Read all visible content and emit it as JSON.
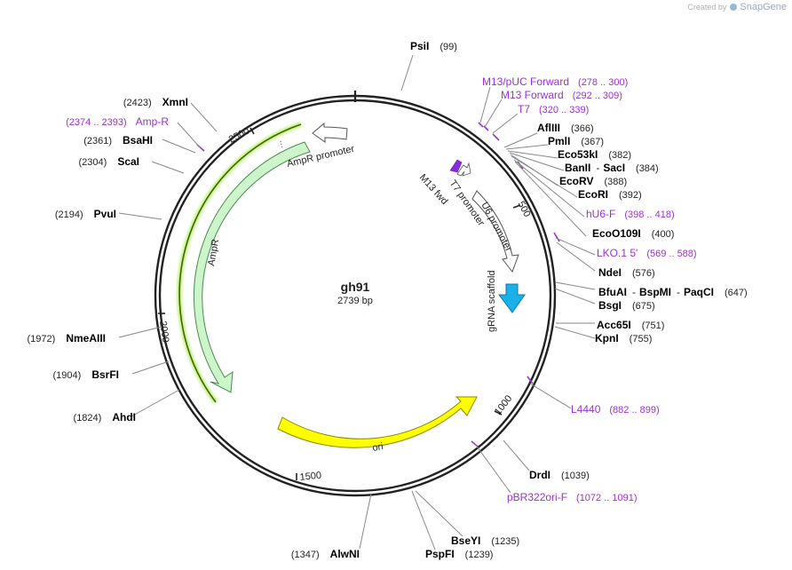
{
  "branding": {
    "created_by": "Created by",
    "app": "SnapGene"
  },
  "plasmid": {
    "name": "gh91",
    "length_label": "2739 bp"
  },
  "ticks": [
    "500",
    "1000",
    "1500",
    "2000",
    "2500"
  ],
  "features": {
    "ampr": "AmpR",
    "ampr_promoter": "AmpR promoter",
    "ori": "ori",
    "u6_promoter": "U6 promoter",
    "t7_promoter": "T7 promoter",
    "m13_fwd": "M13 fwd",
    "grna_scaffold": "gRNA scaffold"
  },
  "sites": [
    {
      "name": "PsiI",
      "pos": "(99)"
    },
    {
      "name": "AflIII",
      "pos": "(366)"
    },
    {
      "name": "PmlI",
      "pos": "(367)"
    },
    {
      "name": "Eco53kI",
      "pos": "(382)"
    },
    {
      "name": "BanII",
      "sep": "-",
      "name2": "SacI",
      "pos": "(384)"
    },
    {
      "name": "EcoRV",
      "pos": "(388)"
    },
    {
      "name": "EcoRI",
      "pos": "(392)"
    },
    {
      "name": "EcoO109I",
      "pos": "(400)"
    },
    {
      "name": "NdeI",
      "pos": "(576)"
    },
    {
      "name": "BfuAI",
      "sep": "-",
      "name2": "BspMI",
      "sep2": "-",
      "name3": "PaqCI",
      "pos": "(647)"
    },
    {
      "name": "BsgI",
      "pos": "(675)"
    },
    {
      "name": "Acc65I",
      "pos": "(751)"
    },
    {
      "name": "KpnI",
      "pos": "(755)"
    },
    {
      "name": "DrdI",
      "pos": "(1039)"
    },
    {
      "name": "BseYI",
      "pos": "(1235)"
    },
    {
      "name": "PspFI",
      "pos": "(1239)"
    },
    {
      "name": "AlwNI",
      "pos": "(1347)"
    },
    {
      "name": "AhdI",
      "pos": "(1824)"
    },
    {
      "name": "BsrFI",
      "pos": "(1904)"
    },
    {
      "name": "NmeAIII",
      "pos": "(1972)"
    },
    {
      "name": "PvuI",
      "pos": "(2194)"
    },
    {
      "name": "ScaI",
      "pos": "(2304)"
    },
    {
      "name": "BsaHI",
      "pos": "(2361)"
    },
    {
      "name": "XmnI",
      "pos": "(2423)"
    }
  ],
  "primers": [
    {
      "name": "M13/pUC Forward",
      "range": "(278 .. 300)"
    },
    {
      "name": "M13 Forward",
      "range": "(292 .. 309)"
    },
    {
      "name": "T7",
      "range": "(320 .. 339)"
    },
    {
      "name": "hU6-F",
      "range": "(398 .. 418)"
    },
    {
      "name": "LKO.1 5'",
      "range": "(569 .. 588)"
    },
    {
      "name": "L4440",
      "range": "(882 .. 899)"
    },
    {
      "name": "pBR322ori-F",
      "range": "(1072 .. 1091)"
    },
    {
      "name": "Amp-R",
      "range": "(2374 .. 2393)"
    }
  ],
  "colors": {
    "backbone": "#222222",
    "ampr_fill": "#ccf5cc",
    "ampr_stroke": "#4d8a4d",
    "ori_fill": "#ffff00",
    "ori_stroke": "#888800",
    "grna_fill": "#1ab0e8",
    "primer": "#9b30d0",
    "m13": "#8a2be2",
    "site_line": "#888888",
    "primer_bind": "#3a6a00",
    "primer_bind_glow": "#c9f08a"
  }
}
